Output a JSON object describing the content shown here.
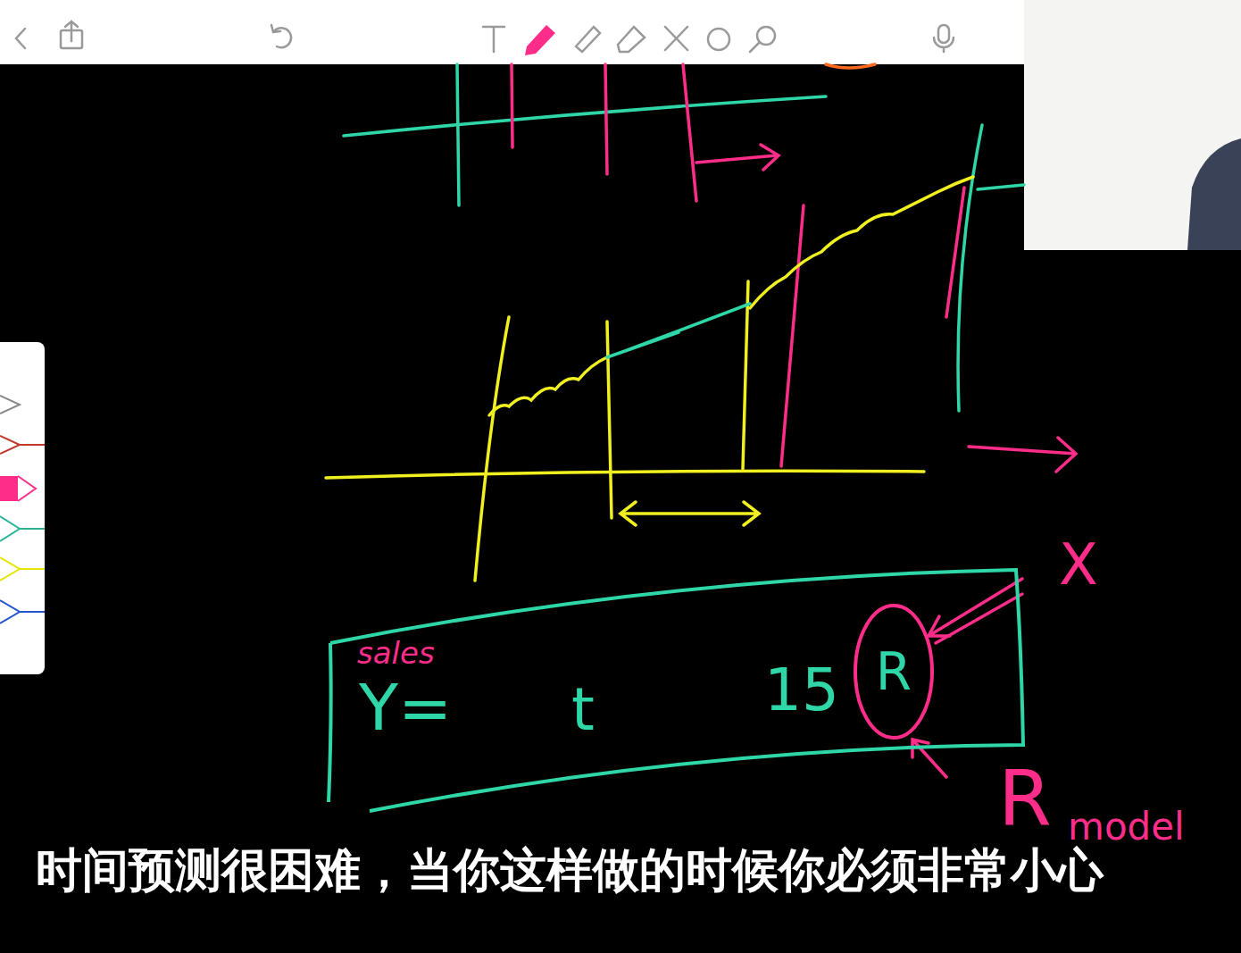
{
  "diagram": {
    "nodes": [
      {
        "text": [
          "sales",
          "Y=",
          "t",
          "15"
        ]
      },
      {
        "text": [
          "R"
        ],
        "in": 0
      }
    ],
    "labels": [
      "X",
      "R",
      "model",
      "时间预测很困难，当你这样做的时候你必须非常小心"
    ]
  }
}
